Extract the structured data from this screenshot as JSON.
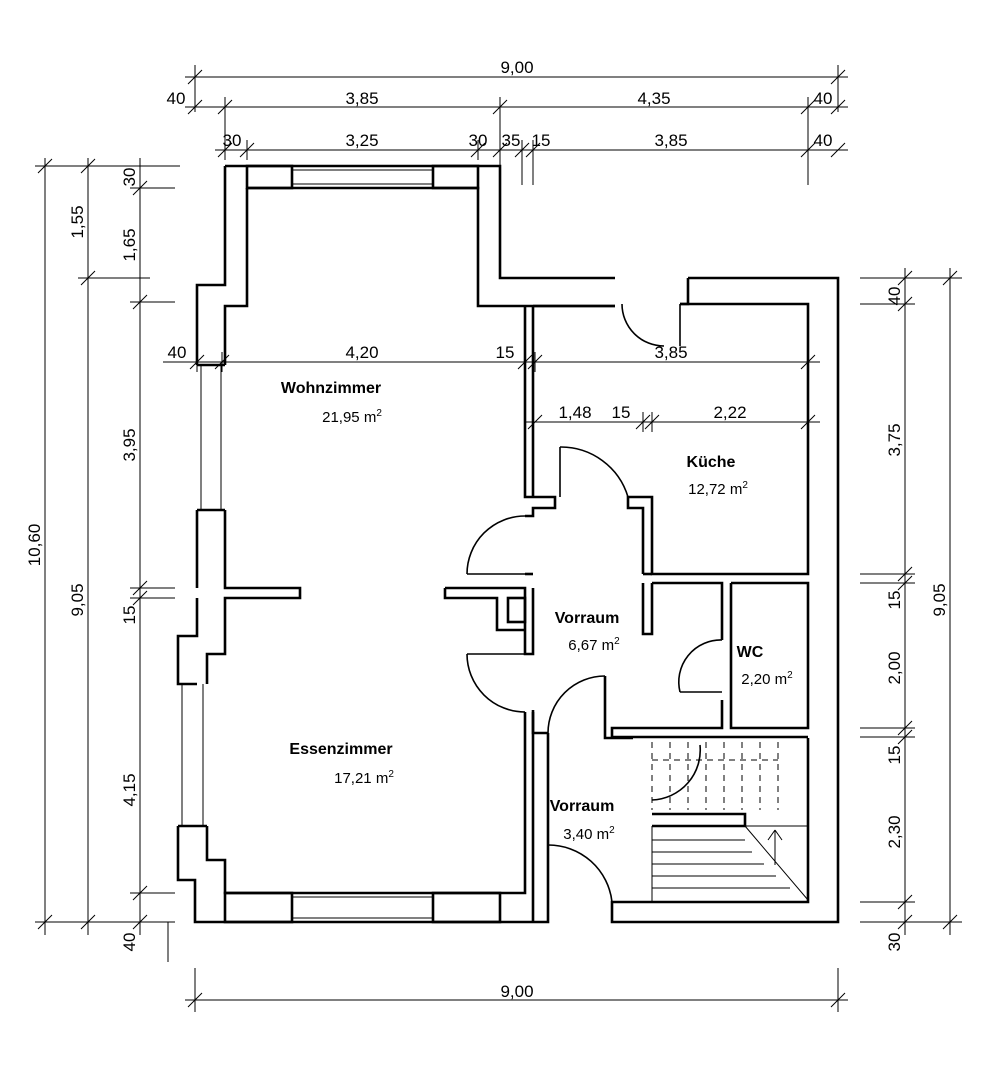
{
  "rooms": [
    {
      "name": "Wohnzimmer",
      "area": "21,95",
      "unit": "m"
    },
    {
      "name": "Küche",
      "area": "12,72",
      "unit": "m"
    },
    {
      "name": "Vorraum",
      "area": "6,67",
      "unit": "m"
    },
    {
      "name": "WC",
      "area": "2,20",
      "unit": "m"
    },
    {
      "name": "Essenzimmer",
      "area": "17,21",
      "unit": "m"
    },
    {
      "name": "Vorraum",
      "area": "3,40",
      "unit": "m"
    }
  ],
  "area_exponent": "2",
  "dimensions": {
    "top_total": "9,00",
    "top_row2": [
      "40",
      "3,85",
      "4,35",
      "40"
    ],
    "top_row3": [
      "30",
      "3,25",
      "30",
      "35",
      "15",
      "3,85",
      "40"
    ],
    "interior_row": [
      "40",
      "4,20",
      "15",
      "3,85"
    ],
    "kitchen_row": [
      "1,48",
      "15",
      "2,22"
    ],
    "left_outer": [
      "10,60"
    ],
    "left_mid": [
      "1,55",
      "9,05"
    ],
    "left_inner": [
      "30",
      "1,65",
      "3,95",
      "15",
      "4,15",
      "40"
    ],
    "right_inner": [
      "40",
      "3,75",
      "15",
      "2,00",
      "15",
      "2,30",
      "30"
    ],
    "right_outer": [
      "9,05"
    ],
    "bottom_total": "9,00"
  }
}
